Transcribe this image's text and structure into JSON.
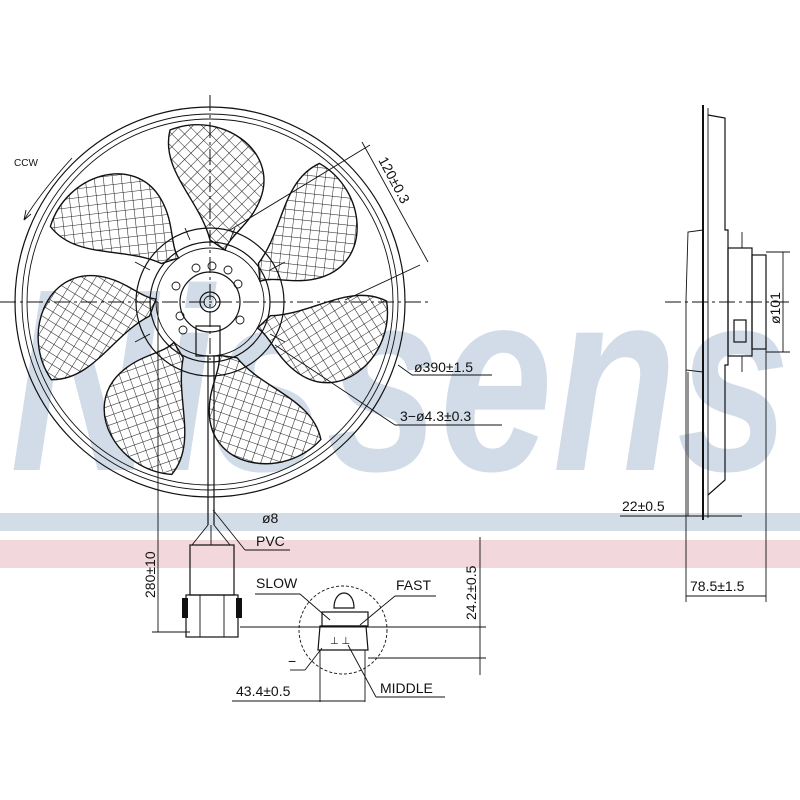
{
  "drawing": {
    "watermark": {
      "text": "Nissens",
      "color": "#c9d6e4",
      "band_blue_color": "#d3dde8",
      "band_red_color": "#f2d7dc"
    },
    "front_view": {
      "rotation_label": "CCW",
      "blade_count": 7
    },
    "labels": {
      "blade_width": "120±0.3",
      "fan_diameter": "ø390±1.5",
      "mount_holes": "3−ø4.3±0.3",
      "motor_diameter": "ø101",
      "depth_front": "22±0.5",
      "depth_total": "78.5±1.5",
      "cable_diameter": "ø8",
      "cable_material": "PVC",
      "cable_length": "280±10",
      "connector_height": "24.2±0.5",
      "connector_width": "43.4±0.5",
      "pin_slow": "SLOW",
      "pin_fast": "FAST",
      "pin_middle": "MIDDLE",
      "pin_ground": "−"
    }
  }
}
